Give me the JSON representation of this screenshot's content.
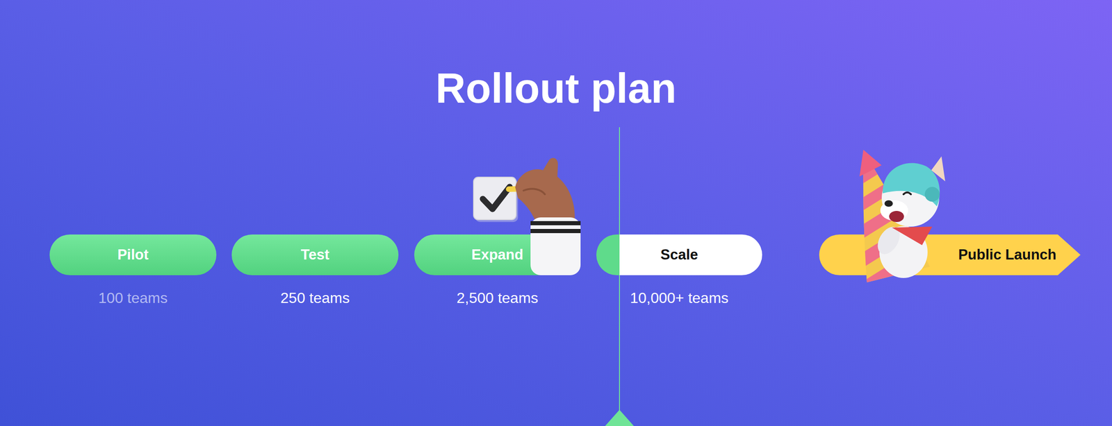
{
  "diagram": {
    "title": "Rollout plan",
    "nodes": [
      {
        "text": [
          "Pilot",
          "100 teams"
        ]
      },
      {
        "text": [
          "Test",
          "250 teams"
        ]
      },
      {
        "text": [
          "Expand",
          "2,500 teams"
        ]
      },
      {
        "text": [
          "Scale",
          "10,000+ teams"
        ]
      },
      {
        "text": [
          "Public Launch"
        ]
      }
    ]
  }
}
